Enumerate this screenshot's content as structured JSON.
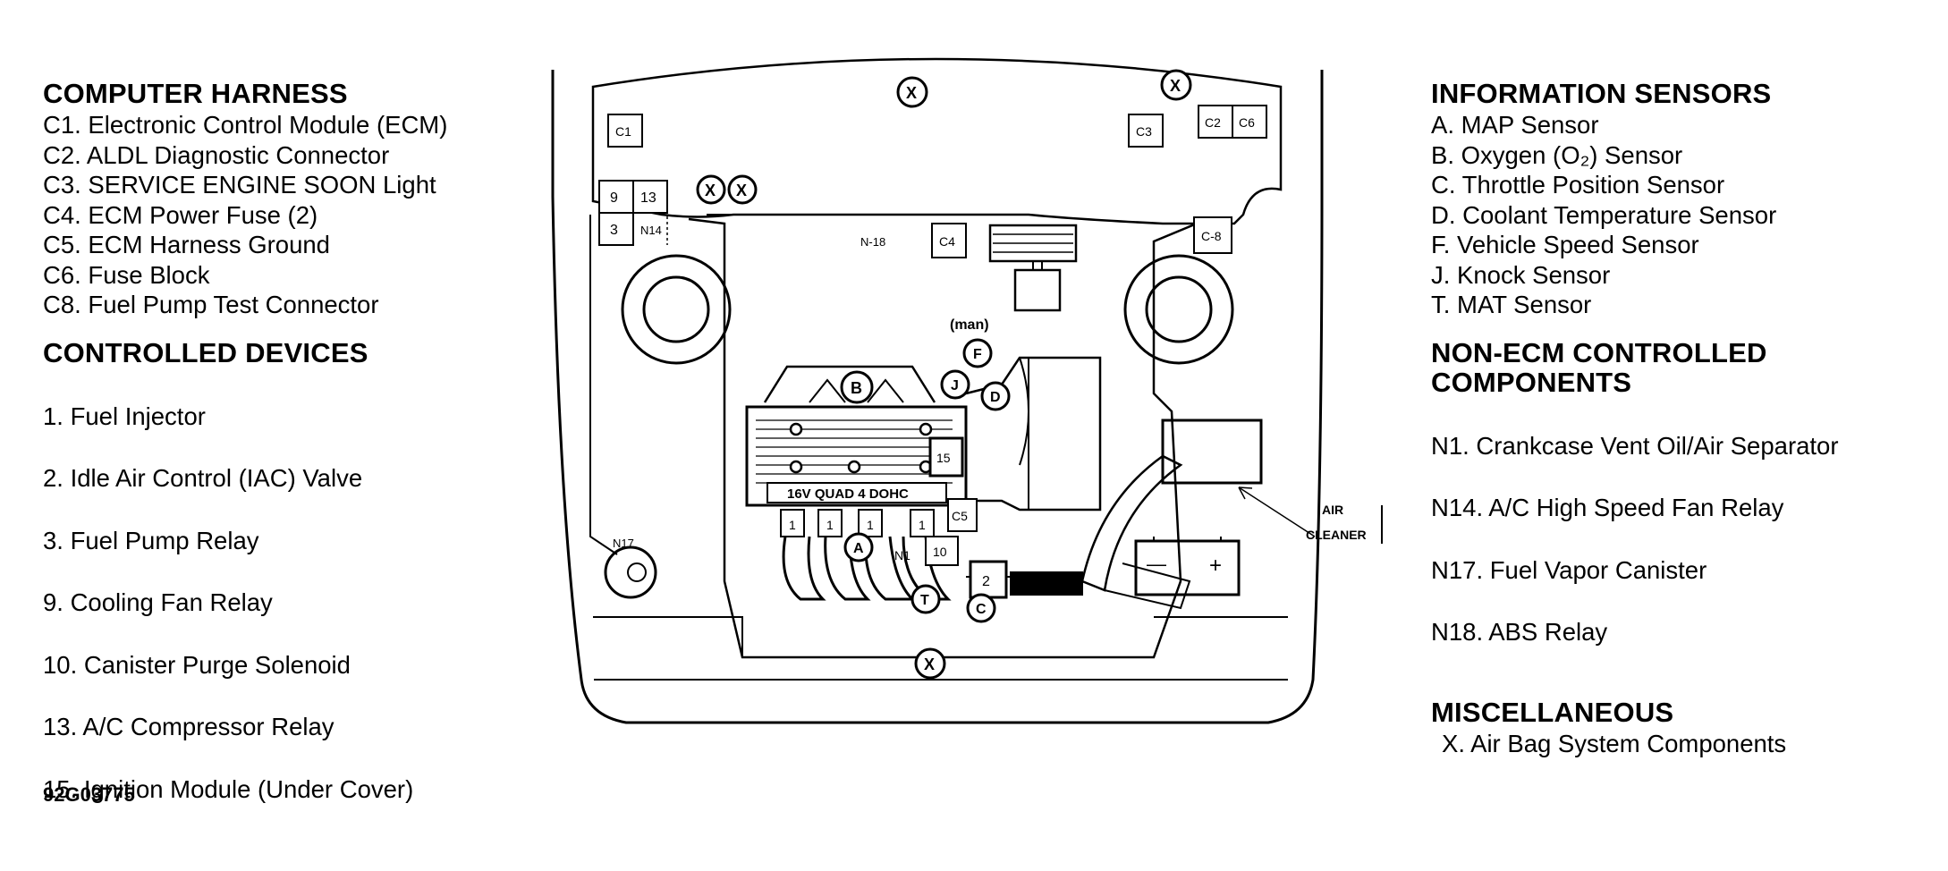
{
  "left_legend": {
    "computer_harness": {
      "heading": "COMPUTER HARNESS",
      "items": [
        "C1. Electronic Control Module (ECM)",
        "C2. ALDL Diagnostic Connector",
        "C3. SERVICE ENGINE SOON Light",
        "C4. ECM Power Fuse (2)",
        "C5. ECM Harness Ground",
        "C6. Fuse Block",
        "C8. Fuel Pump Test Connector"
      ]
    },
    "controlled_devices": {
      "heading": "CONTROLLED DEVICES",
      "items": [
        " 1. Fuel Injector",
        " 2. Idle Air Control (IAC) Valve",
        " 3. Fuel Pump Relay",
        " 9. Cooling Fan Relay",
        "10. Canister Purge Solenoid",
        "13. A/C Compressor Relay",
        "15. Ignition Module (Under Cover)"
      ]
    }
  },
  "right_legend": {
    "information_sensors": {
      "heading": "INFORMATION SENSORS",
      "items": [
        "A. MAP Sensor",
        "B. Oxygen (O₂) Sensor",
        "C. Throttle Position Sensor",
        "D. Coolant Temperature Sensor",
        "F. Vehicle Speed Sensor",
        "J. Knock Sensor",
        "T. MAT Sensor"
      ]
    },
    "non_ecm": {
      "heading_line1": "NON-ECM CONTROLLED",
      "heading_line2": "COMPONENTS",
      "items": [
        " N1. Crankcase Vent Oil/Air Separator",
        "N14. A/C High Speed Fan Relay",
        "N17. Fuel Vapor Canister",
        "N18. ABS Relay"
      ]
    },
    "miscellaneous": {
      "heading": "MISCELLANEOUS",
      "items": [
        "X. Air Bag System Components"
      ]
    }
  },
  "diagram": {
    "labels": {
      "c1": "C1",
      "c2": "C2",
      "c3": "C3",
      "c4": "C4",
      "c5": "C5",
      "c6": "C6",
      "c8": "C-8",
      "r9": "9",
      "r13": "13",
      "r3": "3",
      "n14": "N14",
      "n18": "N-18",
      "n17": "N17",
      "n1": "N1",
      "r15": "15",
      "r10": "10",
      "r2": "2",
      "inj": "1",
      "engine_text": "16V QUAD 4 DOHC",
      "man": "(man)",
      "air1": "AIR",
      "air2": "CLEANER",
      "bat_minus": "—",
      "bat_plus": "+",
      "x": "X",
      "a": "A",
      "b": "B",
      "c": "C",
      "d": "D",
      "f": "F",
      "j": "J",
      "t": "T"
    }
  },
  "figure_id": "92G03775"
}
